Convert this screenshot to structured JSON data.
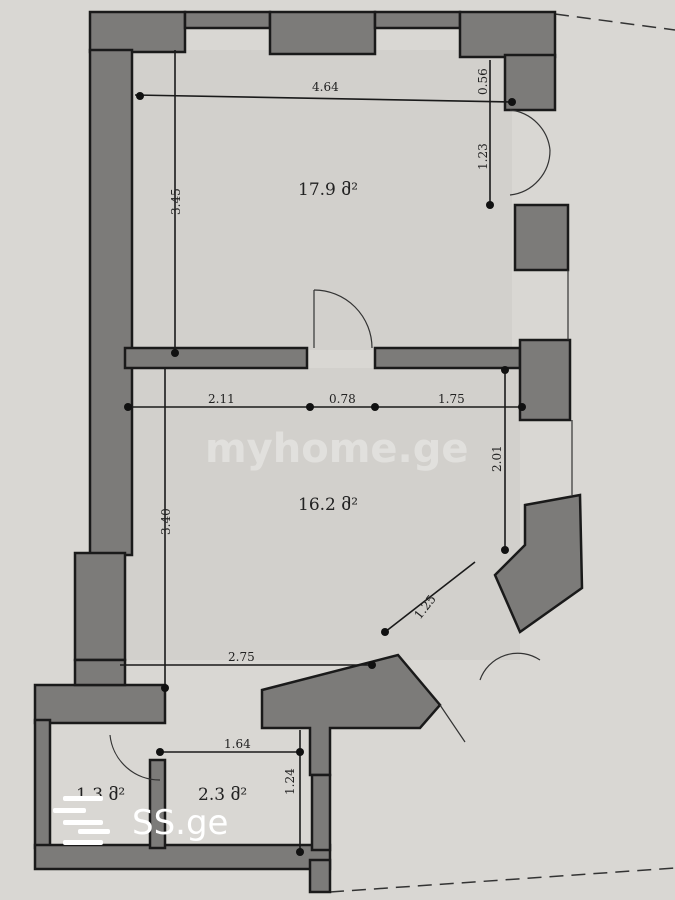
{
  "plan": {
    "rooms": [
      {
        "area": "17.9 მ²"
      },
      {
        "area": "16.2 მ²"
      },
      {
        "area": "1.3 მ²"
      },
      {
        "area": "2.3 მ²"
      }
    ],
    "dimensions": {
      "top_width": "4.64",
      "top_right_small": "0.56",
      "door_right": "1.23",
      "left_top_height": "3.45",
      "mid_left": "2.11",
      "mid_door": "0.78",
      "mid_right": "1.75",
      "right_height": "2.01",
      "left_bottom_height": "3.40",
      "angled_door": "1.25",
      "bottom_width": "2.75",
      "small_room_width": "1.64",
      "small_room_height": "1.24"
    },
    "watermark": "myhome.ge",
    "logo": "SS.ge"
  },
  "colors": {
    "wall": "#7c7b79",
    "paper": "#d9d7d3"
  }
}
